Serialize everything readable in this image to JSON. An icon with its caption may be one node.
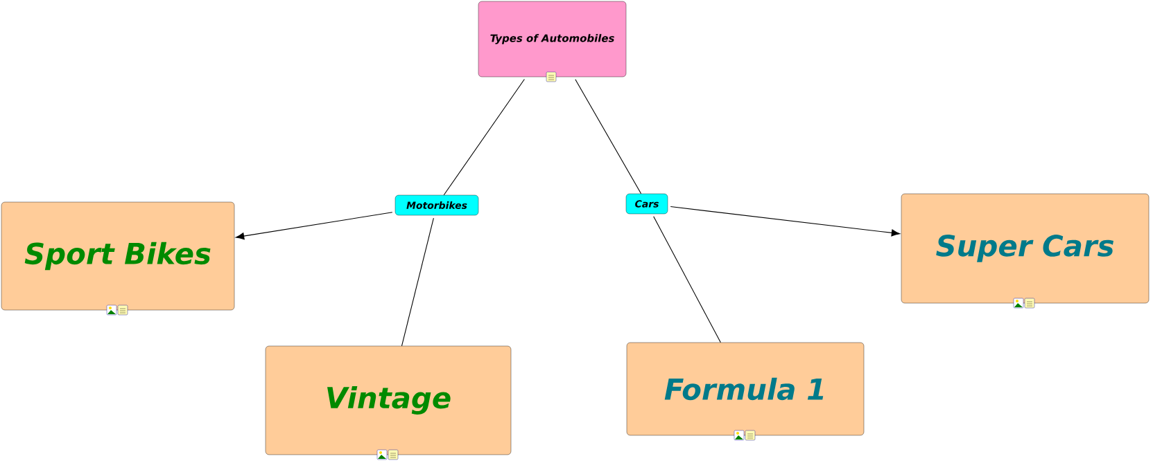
{
  "diagram": {
    "nodes": [
      {
        "text": [
          "Types of Automobiles"
        ]
      },
      {
        "text": [
          "Motorbikes"
        ]
      },
      {
        "text": [
          "Cars"
        ]
      },
      {
        "text": [
          "Sport Bikes"
        ]
      },
      {
        "text": [
          "Super Cars"
        ]
      },
      {
        "text": [
          "Vintage"
        ]
      },
      {
        "text": [
          "Formula 1"
        ]
      }
    ],
    "edges": [
      {
        "from": 0,
        "to": 1,
        "arrow": "none"
      },
      {
        "from": 0,
        "to": 2,
        "arrow": "none"
      },
      {
        "from": 1,
        "to": 3,
        "arrow": "to"
      },
      {
        "from": 1,
        "to": 5,
        "arrow": "none"
      },
      {
        "from": 2,
        "to": 4,
        "arrow": "to"
      },
      {
        "from": 2,
        "to": 6,
        "arrow": "none"
      }
    ]
  }
}
